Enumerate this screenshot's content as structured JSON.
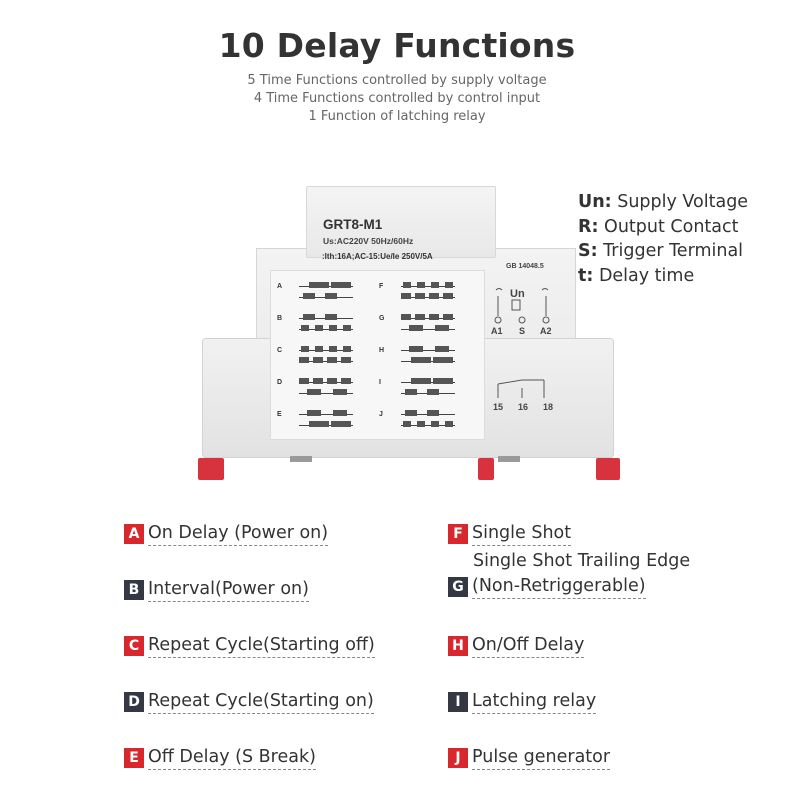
{
  "header": {
    "title": "10 Delay Functions",
    "subtitles": [
      "5 Time Functions controlled by supply voltage",
      "4 Time Functions controlled by control input",
      "1 Function of latching relay"
    ]
  },
  "legend": [
    {
      "key": "Un:",
      "text": " Supply Voltage"
    },
    {
      "key": "R:",
      "text": " Output Contact"
    },
    {
      "key": "S:",
      "text": " Trigger Terminal"
    },
    {
      "key": "t:",
      "text": " Delay time"
    }
  ],
  "device": {
    "model": "GRT8-M1",
    "spec_voltage": "Us:AC220V 50Hz/60Hz",
    "spec_contact": ":Ith:16A;AC-15:Ue/Ie 250V/5A",
    "standard": "GB 14048.5",
    "terminal_un": "Un",
    "terminals_top": [
      "A1",
      "S",
      "A2"
    ],
    "terminals_bottom": [
      "15",
      "16",
      "18"
    ],
    "panel_letters_left": [
      "A",
      "B",
      "C",
      "D",
      "E"
    ],
    "panel_letters_right": [
      "F",
      "G",
      "H",
      "I",
      "J"
    ]
  },
  "functions": [
    {
      "letter": "A",
      "label": "On Delay (Power on)",
      "color": "#d8282e"
    },
    {
      "letter": "B",
      "label": "Interval(Power on)",
      "color": "#333842"
    },
    {
      "letter": "C",
      "label": "Repeat Cycle(Starting off)",
      "color": "#d8282e"
    },
    {
      "letter": "D",
      "label": "Repeat Cycle(Starting on)",
      "color": "#333842"
    },
    {
      "letter": "E",
      "label": "Off Delay (S Break)",
      "color": "#d8282e"
    },
    {
      "letter": "F",
      "label": "Single Shot",
      "color": "#d8282e"
    },
    {
      "letter": "G",
      "label": "(Non-Retriggerable)",
      "extra": "Single Shot Trailing Edge",
      "color": "#333842"
    },
    {
      "letter": "H",
      "label": "On/Off Delay",
      "color": "#d8282e"
    },
    {
      "letter": "I",
      "label": "Latching relay",
      "color": "#333842"
    },
    {
      "letter": "J",
      "label": "Pulse generator",
      "color": "#d8282e"
    }
  ]
}
